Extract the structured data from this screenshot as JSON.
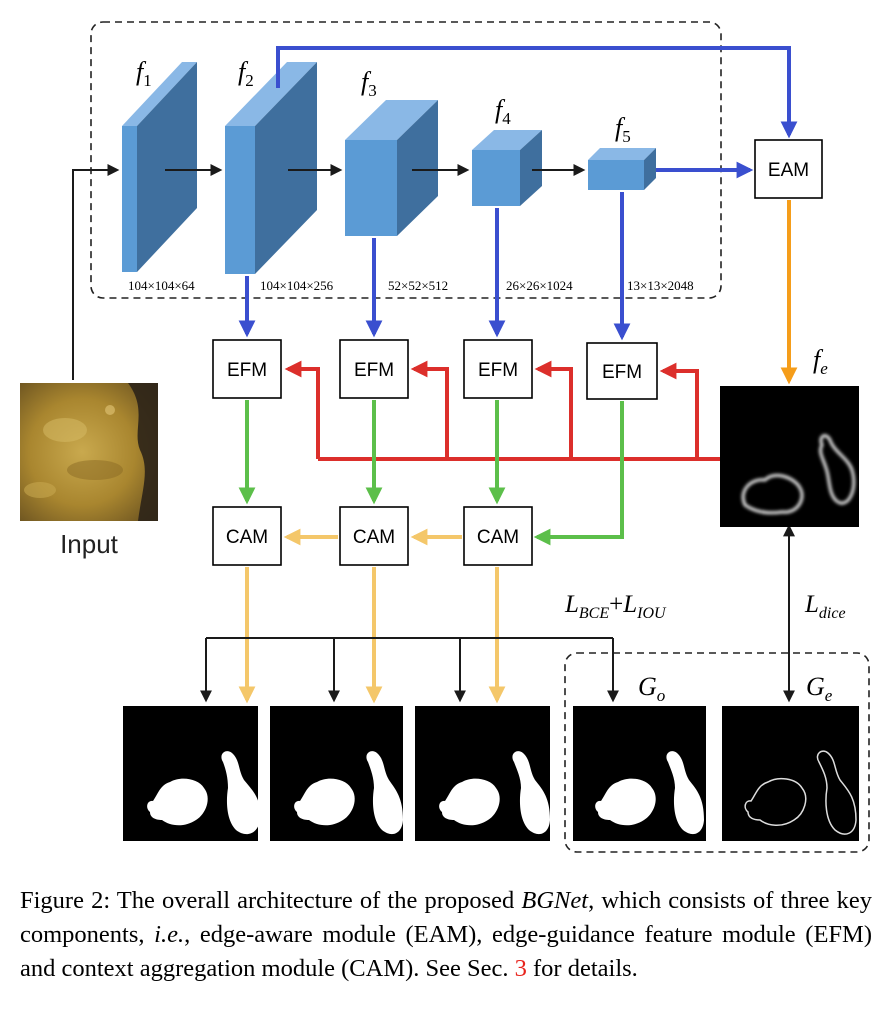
{
  "features": [
    {
      "base": "f",
      "sub": "1",
      "dims": "104×104×64"
    },
    {
      "base": "f",
      "sub": "2",
      "dims": "104×104×256"
    },
    {
      "base": "f",
      "sub": "3",
      "dims": "52×52×512"
    },
    {
      "base": "f",
      "sub": "4",
      "dims": "26×26×1024"
    },
    {
      "base": "f",
      "sub": "5",
      "dims": "13×13×2048"
    }
  ],
  "modules": {
    "eam": "EAM",
    "efm": [
      "EFM",
      "EFM",
      "EFM",
      "EFM"
    ],
    "cam": [
      "CAM",
      "CAM",
      "CAM"
    ]
  },
  "input_label": "Input",
  "edge_feature": {
    "base": "f",
    "sub": "e"
  },
  "loss": {
    "bce": {
      "base": "L",
      "sub": "BCE"
    },
    "plus": "+",
    "iou": {
      "base": "L",
      "sub": "IOU"
    },
    "dice": {
      "base": "L",
      "sub": "dice"
    }
  },
  "gt": {
    "object": {
      "base": "G",
      "sub": "o"
    },
    "edge": {
      "base": "G",
      "sub": "e"
    }
  },
  "caption": {
    "prefix": "Figure 2: The overall architecture of the proposed ",
    "model": "BGNet",
    "mid1": ", which consists of three key components, ",
    "ie": "i.e.",
    "mid2": ", edge-aware module (EAM), edge-guidance feature module (EFM) and context aggregation module (CAM). See Sec. ",
    "ref": "3",
    "suffix": " for details."
  },
  "colors": {
    "blue_arrow": "#3a4fcf",
    "red_arrow": "#dc2f2b",
    "green_arrow": "#5cbf4a",
    "yellow_arrow": "#f4c76a",
    "orange_arrow": "#f59d1a",
    "block_front": "#5b9bd5",
    "block_side": "#3f6f9e",
    "block_top": "#8ab8e6"
  }
}
